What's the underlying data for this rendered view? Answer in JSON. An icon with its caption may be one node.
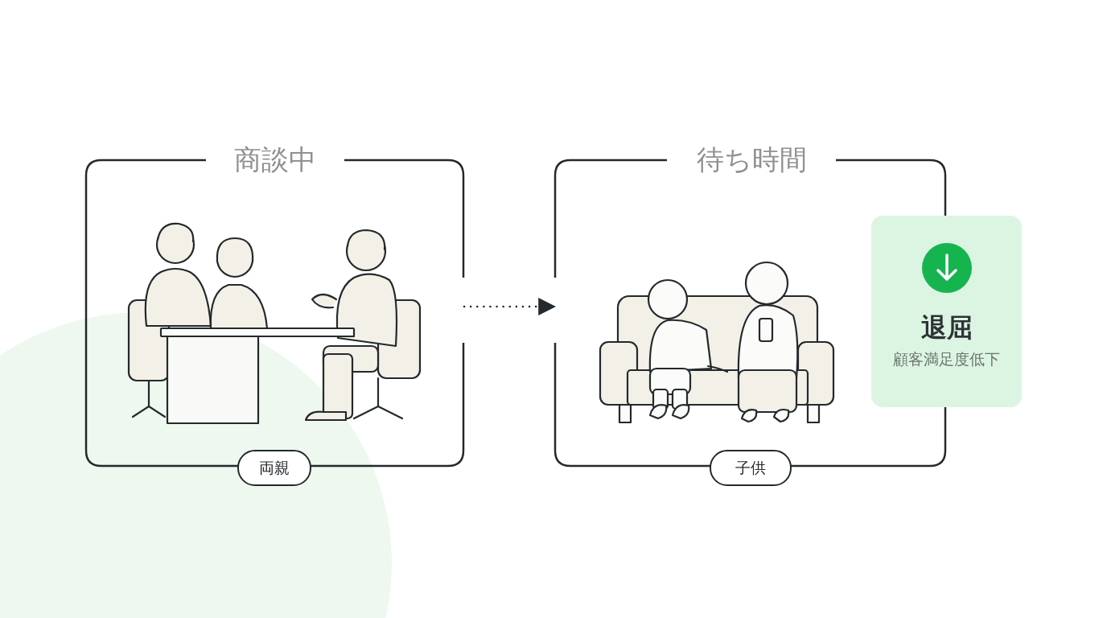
{
  "diagram": {
    "nodes": [
      {
        "text": [
          "商談中"
        ]
      },
      {
        "text": [
          "両親"
        ]
      },
      {
        "text": [
          "待ち時間"
        ]
      },
      {
        "text": [
          "子供"
        ]
      },
      {
        "text": [
          "退屈",
          "顧客満足度低下"
        ]
      }
    ],
    "edges": [
      {
        "from": 0,
        "to": 2,
        "arrow": "to",
        "style": "dashed"
      }
    ]
  }
}
